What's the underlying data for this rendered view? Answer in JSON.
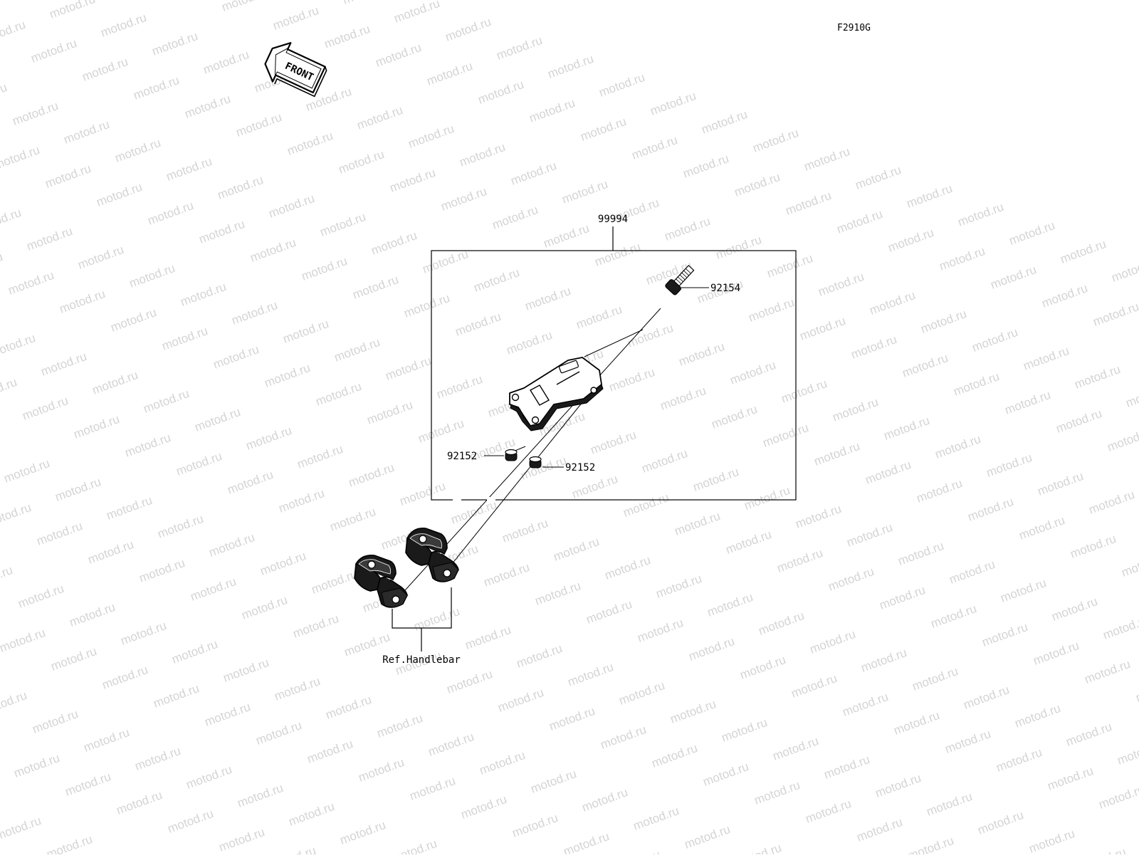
{
  "figure_code": "F2910G",
  "front_arrow": {
    "label": "FRONT"
  },
  "kit": {
    "part_number": "99994"
  },
  "parts": [
    {
      "id": "bolt",
      "part_number": "92154"
    },
    {
      "id": "collar-left",
      "part_number": "92152"
    },
    {
      "id": "collar-right",
      "part_number": "92152"
    }
  ],
  "reference": {
    "label": "Ref.Handlebar"
  },
  "watermark": {
    "text": "motod.ru",
    "color": "#d4d4d4"
  },
  "colors": {
    "line": "#000000",
    "part_fill": "#1a1a1a",
    "background": "#ffffff"
  }
}
